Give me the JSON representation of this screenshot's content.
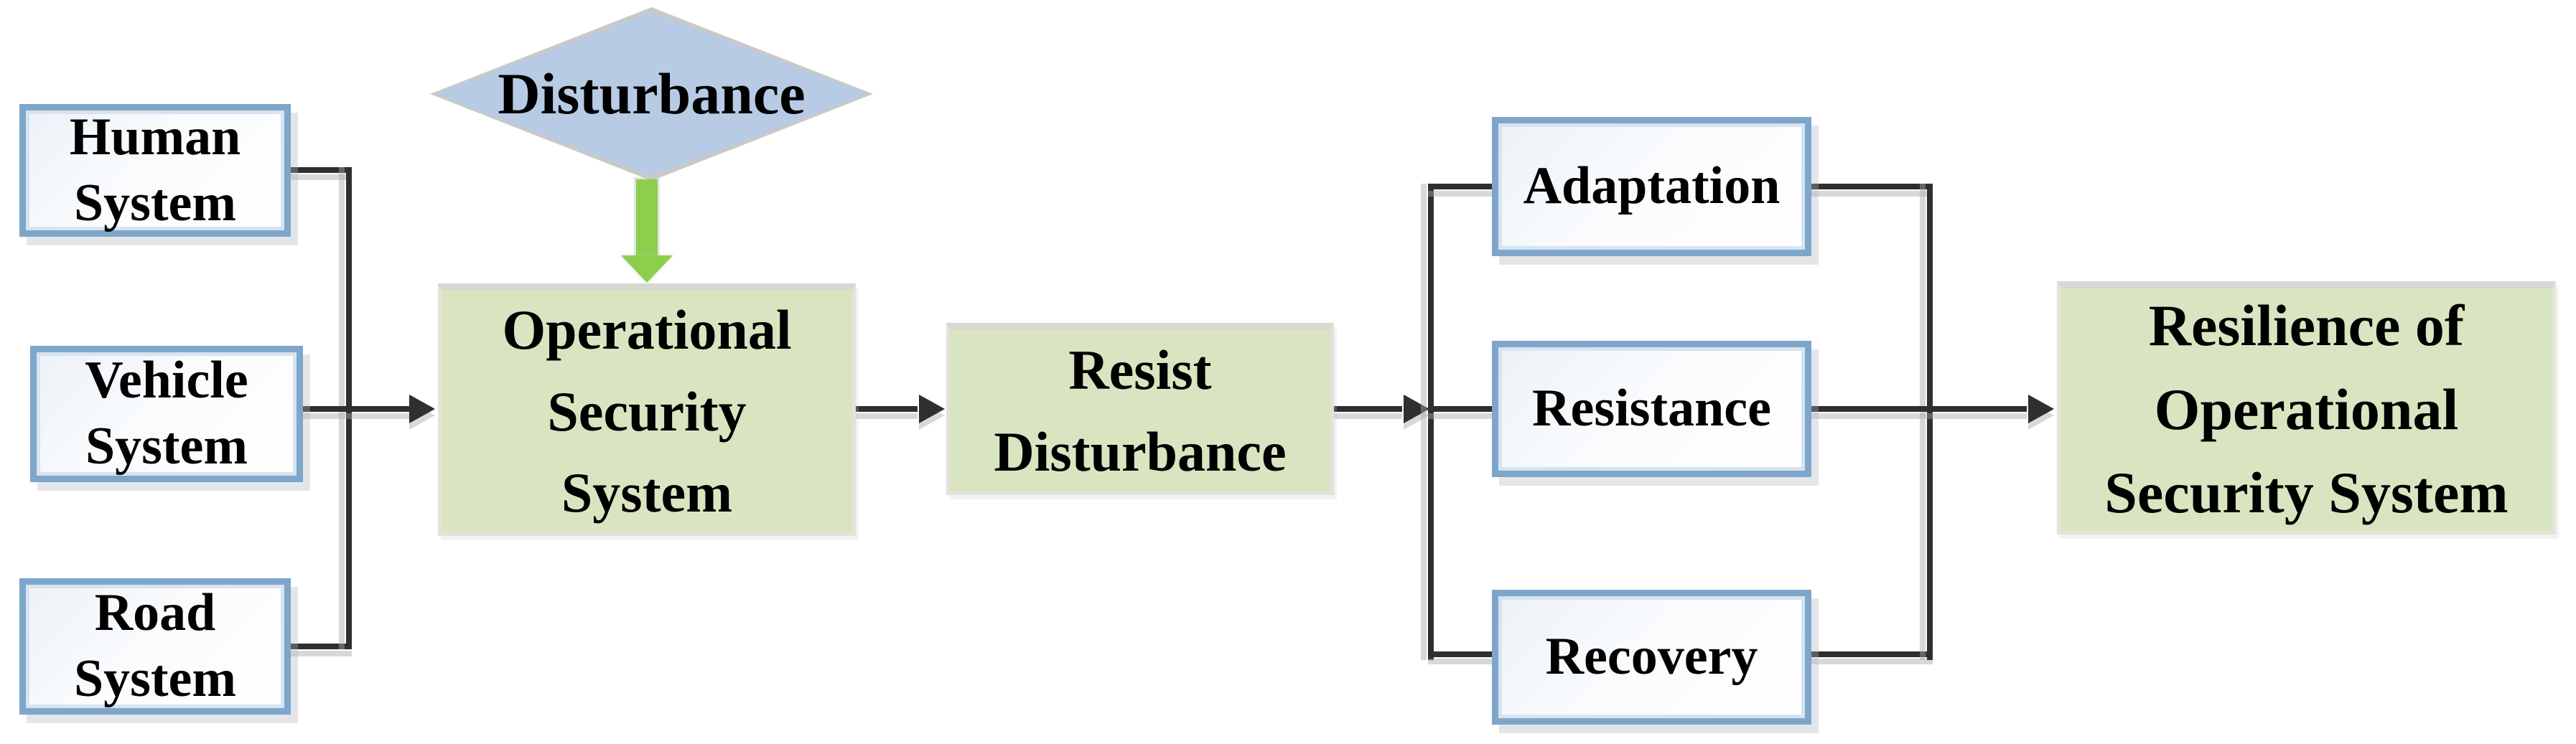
{
  "colors": {
    "line": "#2f2f2f",
    "green_fill": "#d9e5c1",
    "blue_fill": "#b8cbe5",
    "blue_border": "#7ea6ca",
    "arrow_green": "#8ccf4d",
    "diamond_border": "#c9c9c9"
  },
  "nodes": {
    "human": {
      "label": "Human\nSystem"
    },
    "vehicle": {
      "label": "Vehicle\nSystem"
    },
    "road": {
      "label": "Road\nSystem"
    },
    "disturbance": {
      "label": "Disturbance"
    },
    "operational": {
      "label": "Operational\nSecurity\nSystem"
    },
    "resist": {
      "label": "Resist\nDisturbance"
    },
    "adaptation": {
      "label": "Adaptation"
    },
    "resistance": {
      "label": "Resistance"
    },
    "recovery": {
      "label": "Recovery"
    },
    "resilience": {
      "label": "Resilience of\nOperational\nSecurity System"
    }
  }
}
